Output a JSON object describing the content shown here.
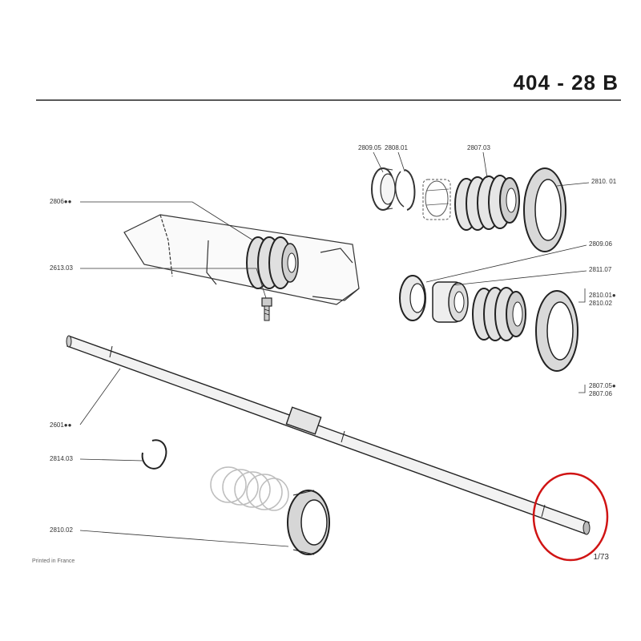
{
  "page": {
    "title": "404 - 28 B",
    "footer": "Printed in France",
    "page_number": "1/73"
  },
  "labels": {
    "l_2809_05": "2809.05",
    "l_2808_01": "2808.01",
    "l_2807_03": "2807.03",
    "l_2810_01": "2810. 01",
    "l_2806": "2806●●",
    "l_2613_03": "2613.03",
    "l_2809_06": "2809.06",
    "l_2811_07": "2811.07",
    "l_2810_01b": "2810.01●",
    "l_2810_02a": "2810.02",
    "l_2807_05": "2807.05●",
    "l_2807_06": "2807.06",
    "l_2601": "2601●●",
    "l_2814_03": "2814.03",
    "l_2810_02b": "2810.02"
  },
  "colors": {
    "ink": "#333333",
    "highlight_circle": "#d01414"
  }
}
